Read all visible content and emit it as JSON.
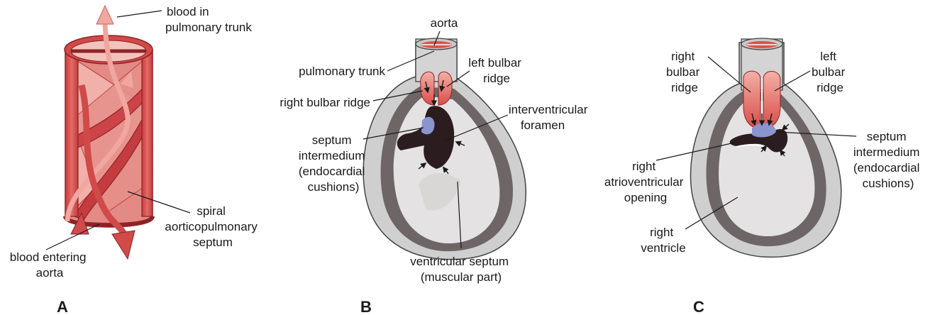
{
  "panels": {
    "a": {
      "letter": "A",
      "labels": {
        "blood_pulmonary": [
          "blood in",
          "pulmonary trunk"
        ],
        "spiral_septum": [
          "spiral",
          "aorticopulmonary",
          "septum"
        ],
        "blood_aorta": [
          "blood entering",
          "aorta"
        ]
      }
    },
    "b": {
      "letter": "B",
      "labels": {
        "aorta": [
          "aorta"
        ],
        "pulmonary_trunk": [
          "pulmonary trunk"
        ],
        "left_bulbar_ridge": [
          "left bulbar",
          "ridge"
        ],
        "right_bulbar_ridge": [
          "right bulbar ridge"
        ],
        "interventricular_foramen": [
          "interventricular",
          "foramen"
        ],
        "septum_intermedium": [
          "septum",
          "intermedium",
          "(endocardial",
          "cushions)"
        ],
        "ventricular_septum": [
          "ventricular septum",
          "(muscular part)"
        ]
      }
    },
    "c": {
      "letter": "C",
      "labels": {
        "right_bulbar_ridge": [
          "right",
          "bulbar",
          "ridge"
        ],
        "left_bulbar_ridge": [
          "left",
          "bulbar",
          "ridge"
        ],
        "septum_intermedium": [
          "septum",
          "intermedium",
          "(endocardial",
          "cushions)"
        ],
        "right_av_opening": [
          "right",
          "atrioventricular",
          "opening"
        ],
        "right_ventricle": [
          "right",
          "ventricle"
        ]
      }
    }
  },
  "colors": {
    "red": "#d9534f",
    "red_dark": "#b8353a",
    "red_light": "#f0a7a0",
    "blue_cushion": "#8a95cf",
    "wall_outer": "#cfcfcf",
    "wall_dark": "#6e6666",
    "interior": "#e4e2e2",
    "dark_septum": "#2b1d1f"
  }
}
